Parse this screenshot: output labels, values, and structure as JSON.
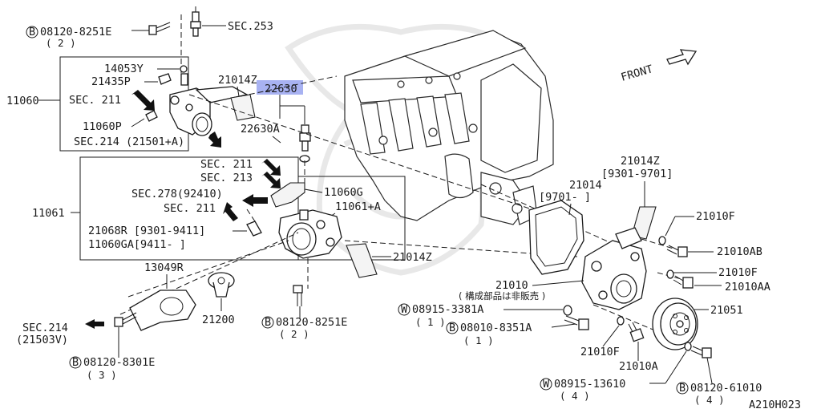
{
  "diagram": {
    "figure_id": "A210H023",
    "front_label": "FRONT",
    "highlighted_part": "22630",
    "bolt_b_letter": "B",
    "washer_w_letter": "W",
    "groups": {
      "g11060": "11060",
      "g11061": "11061"
    },
    "labels": {
      "b08120_8251E_top": "08120-8251E",
      "qty_2_top": "( 2 )",
      "sec253": "SEC.253",
      "p14053Y": "14053Y",
      "p21435P": "21435P",
      "sec211_a": "SEC. 211",
      "p11060P": "11060P",
      "sec214_21501": "SEC.214 (21501+A)",
      "p21014Z_top": "21014Z",
      "p22630": "22630",
      "p22630A": "22630A",
      "sec211_b": "SEC. 211",
      "sec213": "SEC. 213",
      "sec278": "SEC.278(92410)",
      "sec211_c": "SEC. 211",
      "p11060G": "11060G",
      "p11061A": "11061+A",
      "p21068R": "21068R [9301-9411]",
      "p11060GA": "11060GA[9411-    ]",
      "p21014Z_mid": "21014Z",
      "p13049R": "13049R",
      "p21200": "21200",
      "b08120_8251E_bot": "08120-8251E",
      "qty_2_bot": "( 2 )",
      "sec214_21503": "SEC.214",
      "sec214_21503_b": "(21503V)",
      "b08120_8301E": "08120-8301E",
      "qty_3": "( 3 )",
      "p21014Z_right": "21014Z",
      "range_9301_9701": "[9301-9701]",
      "p21014": "21014",
      "range_9701": "[9701-        ]",
      "p21010F_a": "21010F",
      "p21010AB": "21010AB",
      "p21010F_b": "21010F",
      "p21010AA": "21010AA",
      "p21010": "21010",
      "p21010_note": "( 構成部品は非販売 )",
      "w08915_3381A": "08915-3381A",
      "qty_1_a": "( 1 )",
      "b08010_8351A": "08010-8351A",
      "qty_1_b": "( 1 )",
      "p21051": "21051",
      "p21010F_c": "21010F",
      "p21010A": "21010A",
      "w08915_13610": "08915-13610",
      "qty_4_a": "( 4 )",
      "b08120_61010": "08120-61010",
      "qty_4_b": "( 4 )"
    }
  }
}
